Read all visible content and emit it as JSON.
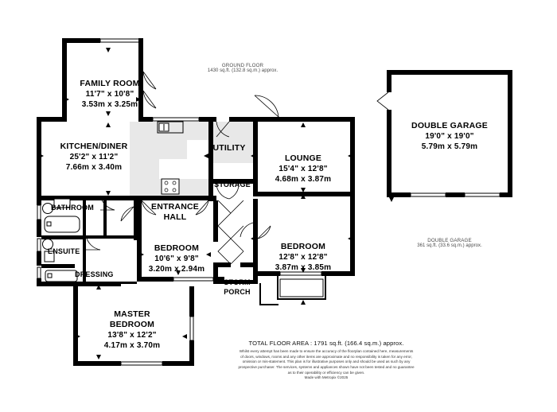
{
  "plan": {
    "ground_floor_caption": {
      "line1": "GROUND FLOOR",
      "line2": "1430 sq.ft. (132.8 sq.m.) approx."
    },
    "garage_caption": {
      "line1": "DOUBLE GARAGE",
      "line2": "361 sq.ft. (33.6 sq.m.) approx."
    },
    "footer": {
      "total": "TOTAL FLOOR AREA : 1791 sq.ft. (166.4 sq.m.) approx.",
      "disclaimer_line1": "Whilst every attempt has been made to ensure the accuracy of the floorplan contained here, measurements",
      "disclaimer_line2": "of doors, windows, rooms and any other items are approximate and no responsibility is taken for any error,",
      "disclaimer_line3": "omission or mis-statement. This plan is for illustrative purposes only and should be used as such by any",
      "disclaimer_line4": "prospective purchaser. The services, systems and appliances shown have not been tested and no guarantee",
      "disclaimer_line5": "as to their operability or efficiency can be given.",
      "disclaimer_line6": "Made with Metropix ©2025"
    },
    "rooms": [
      {
        "id": "family-room",
        "name": "FAMILY ROOM",
        "imperial": "11'7\"  x 10'8\"",
        "metric": "3.53m  x 3.25m"
      },
      {
        "id": "kitchen-diner",
        "name": "KITCHEN/DINER",
        "imperial": "25'2\"  x 11'2\"",
        "metric": "7.66m  x 3.40m"
      },
      {
        "id": "utility",
        "name": "UTILITY",
        "imperial": "",
        "metric": ""
      },
      {
        "id": "storage",
        "name": "STORAGE",
        "imperial": "",
        "metric": ""
      },
      {
        "id": "lounge",
        "name": "LOUNGE",
        "imperial": "15'4\"  x 12'8\"",
        "metric": "4.68m  x 3.87m"
      },
      {
        "id": "entrance-hall",
        "name1": "ENTRANCE",
        "name2": "HALL",
        "name": "ENTRANCE HALL",
        "imperial": "",
        "metric": ""
      },
      {
        "id": "bathroom",
        "name": "BATHROOM",
        "imperial": "",
        "metric": ""
      },
      {
        "id": "ensuite",
        "name": "ENSUITE",
        "imperial": "",
        "metric": ""
      },
      {
        "id": "dressing",
        "name": "DRESSING",
        "imperial": "",
        "metric": ""
      },
      {
        "id": "bedroom-2",
        "name": "BEDROOM",
        "imperial": "10'6\"  x 9'8\"",
        "metric": "3.20m  x 2.94m"
      },
      {
        "id": "bedroom-3",
        "name": "BEDROOM",
        "imperial": "12'8\"  x 12'8\"",
        "metric": "3.87m  x 3.85m"
      },
      {
        "id": "master-bedroom",
        "name1": "MASTER",
        "name2": "BEDROOM",
        "name": "MASTER BEDROOM",
        "imperial": "13'8\"  x 12'2\"",
        "metric": "4.17m  x 3.70m"
      },
      {
        "id": "storm-porch",
        "name1": "STORM",
        "name2": "PORCH",
        "name": "STORM PORCH",
        "imperial": "",
        "metric": ""
      },
      {
        "id": "double-garage",
        "name": "DOUBLE GARAGE",
        "imperial": "19'0\"  x 19'0\"",
        "metric": "5.79m  x 5.79m"
      }
    ],
    "colors": {
      "wall": "#000000",
      "fixture_fill": "#e8e8e8",
      "text": "#000000",
      "caption_text": "#4a4a4a",
      "background": "#ffffff"
    }
  }
}
